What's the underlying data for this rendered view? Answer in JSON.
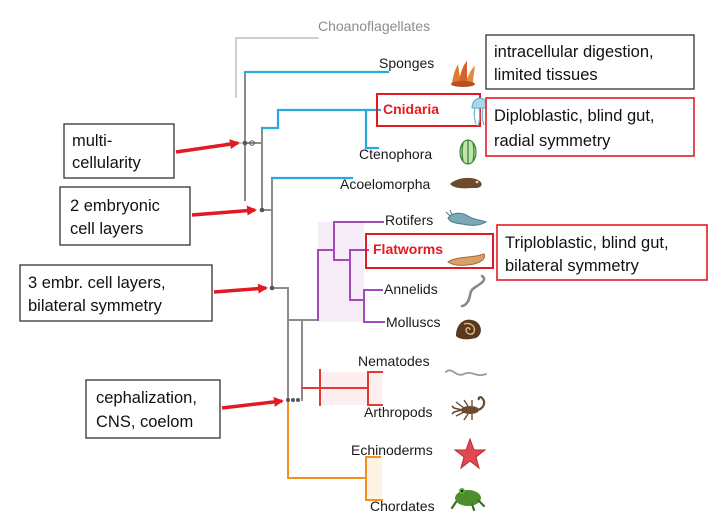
{
  "colors": {
    "sponges_branch": "#29a9e0",
    "cnidaria_branch": "#29a9e0",
    "acoelo_branch": "#29a9e0",
    "choano_branch": "#b5b5b5",
    "bilateria_branch": "#8c8c8c",
    "spiralia_branch": "#a24bb8",
    "ecdysozoa_branch": "#e53935",
    "deuterostome_branch": "#f0931e",
    "arrow": "#e21b23",
    "highlight_text": "#e21b23",
    "highlight_box": "#e21b23"
  },
  "taxa": {
    "choanoflagellates": "Choanoflagellates",
    "sponges": "Sponges",
    "cnidaria": "Cnidaria",
    "ctenophora": "Ctenophora",
    "acoelomorpha": "Acoelomorpha",
    "rotifers": "Rotifers",
    "flatworms": "Flatworms",
    "annelids": "Annelids",
    "molluscs": "Molluscs",
    "nematodes": "Nematodes",
    "arthropods": "Arthropods",
    "echinoderms": "Echinoderms",
    "chordates": "Chordates"
  },
  "traits": {
    "multicellularity": [
      "multi-",
      "cellularity"
    ],
    "embryonic_layers": [
      "2 embryonic",
      "cell layers"
    ],
    "bilateral": [
      "3 embr. cell layers,",
      "bilateral symmetry"
    ],
    "cephalization": [
      "cephalization,",
      "CNS, coelom"
    ]
  },
  "notes": {
    "sponges": [
      "intracellular digestion,",
      "limited tissues"
    ],
    "cnidaria": [
      "Diploblastic, blind gut,",
      "radial symmetry"
    ],
    "flatworms": [
      "Triploblastic, blind gut,",
      "bilateral symmetry"
    ]
  },
  "icons": {
    "sponge": "sponge-icon",
    "jellyfish": "jellyfish-icon",
    "comb_jelly": "comb-jelly-icon",
    "acoel_worm": "acoel-worm-icon",
    "rotifer": "rotifer-icon",
    "flatworm": "flatworm-icon",
    "earthworm": "earthworm-icon",
    "snail": "snail-icon",
    "nematode": "nematode-icon",
    "scorpion": "scorpion-icon",
    "starfish": "starfish-icon",
    "frog": "frog-icon"
  }
}
